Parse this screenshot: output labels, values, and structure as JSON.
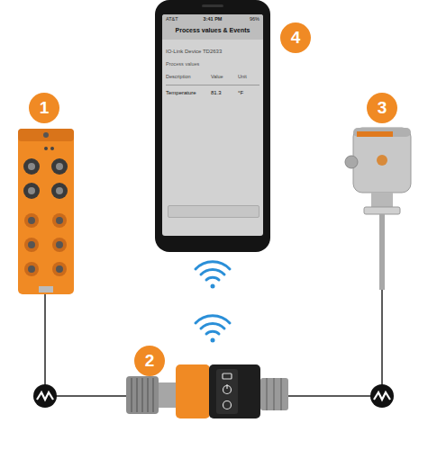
{
  "diagram": {
    "nodes": [
      {
        "text": [
          "AT&T",
          "3:41 PM",
          "96%",
          "Process values & Events",
          "IO-Link Device TD2633",
          "Process values",
          "Description",
          "Value",
          "Unit",
          "Temperature",
          "81.3",
          "°F"
        ]
      }
    ],
    "labels": [
      "1",
      "2",
      "3",
      "4"
    ]
  }
}
